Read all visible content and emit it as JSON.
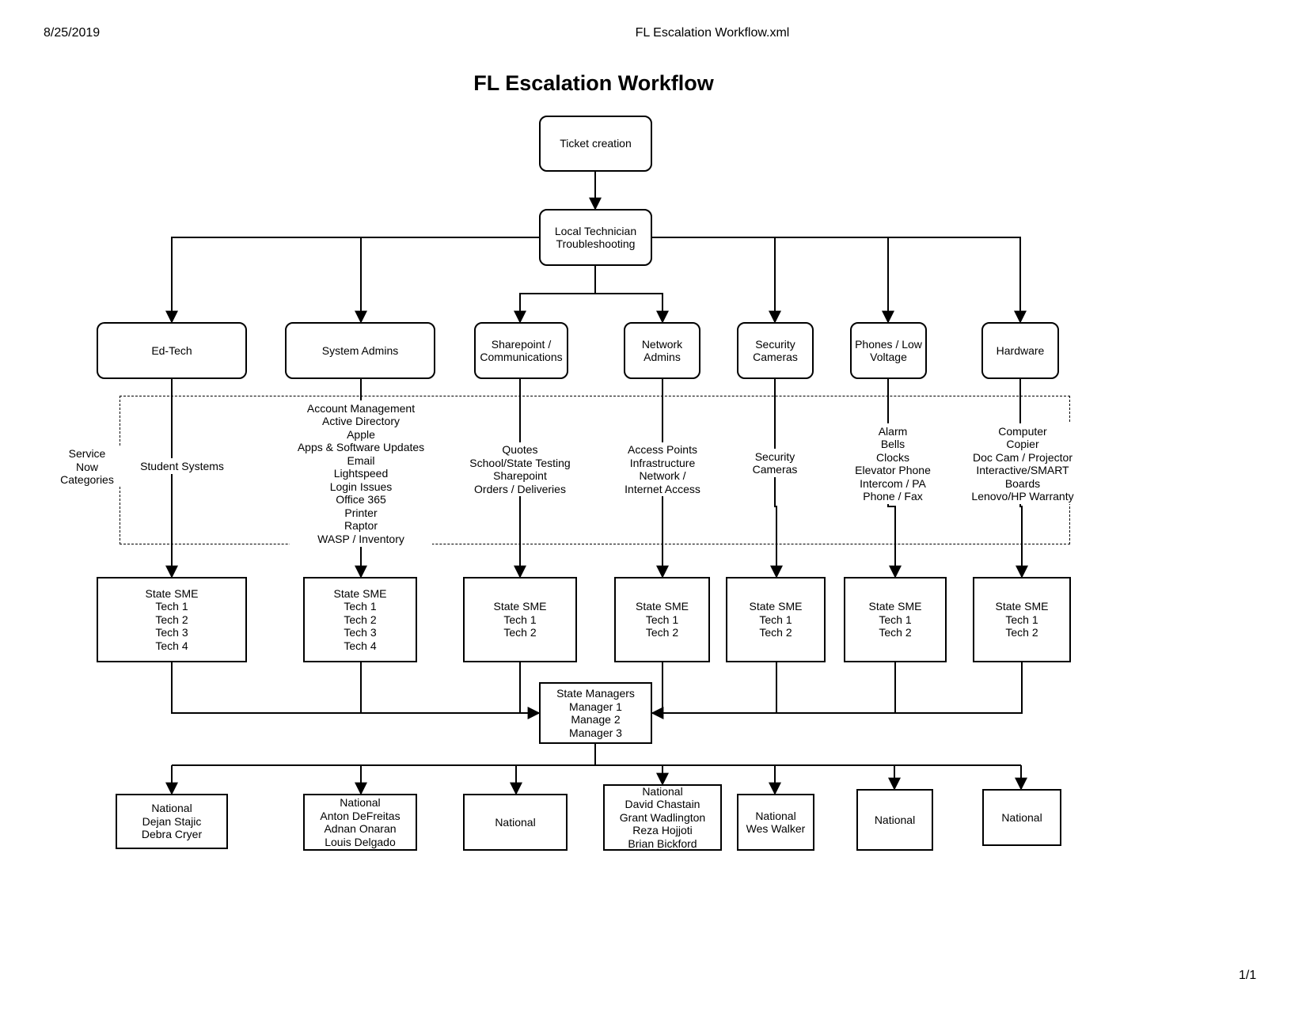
{
  "page": {
    "date": "8/25/2019",
    "filename": "FL Escalation Workflow.xml",
    "page_number": "1/1"
  },
  "diagram": {
    "title": "FL Escalation Workflow",
    "root": "Ticket creation",
    "local": "Local Technician\nTroubleshooting",
    "service_now_label": "Service\nNow\nCategories",
    "managers": "State Managers\nManager 1\nManage 2\nManager 3",
    "teams": [
      {
        "name": "Ed-Tech",
        "categories": "Student Systems",
        "sme": "State SME\nTech 1\nTech 2\nTech 3\nTech 4",
        "national": "National\nDejan Stajic\nDebra Cryer"
      },
      {
        "name": "System Admins",
        "categories": "Account Management\nActive Directory\nApple\nApps & Software Updates\nEmail\nLightspeed\nLogin Issues\nOffice 365\nPrinter\nRaptor\nWASP / Inventory",
        "sme": "State SME\nTech 1\nTech 2\nTech 3\nTech 4",
        "national": "National\nAnton DeFreitas\nAdnan Onaran\nLouis Delgado"
      },
      {
        "name": "Sharepoint /\nCommunications",
        "categories": "Quotes\nSchool/State Testing\nSharepoint\nOrders / Deliveries",
        "sme": "State SME\nTech 1\nTech 2",
        "national": "National"
      },
      {
        "name": "Network\nAdmins",
        "categories": "Access Points\nInfrastructure\nNetwork /\nInternet Access",
        "sme": "State SME\nTech 1\nTech 2",
        "national": "National\nDavid Chastain\nGrant Wadlington\nReza Hojjoti\nBrian Bickford"
      },
      {
        "name": "Security\nCameras",
        "categories": "Security\nCameras",
        "sme": "State SME\nTech 1\nTech 2",
        "national": "National\nWes Walker"
      },
      {
        "name": "Phones / Low\nVoltage",
        "categories": "Alarm\nBells\nClocks\nElevator Phone\nIntercom / PA\nPhone / Fax",
        "sme": "State SME\nTech 1\nTech 2",
        "national": "National"
      },
      {
        "name": "Hardware",
        "categories": "Computer\nCopier\nDoc Cam / Projector\nInteractive/SMART\nBoards\nLenovo/HP Warranty",
        "sme": "State SME\nTech 1\nTech 2",
        "national": "National"
      }
    ]
  }
}
